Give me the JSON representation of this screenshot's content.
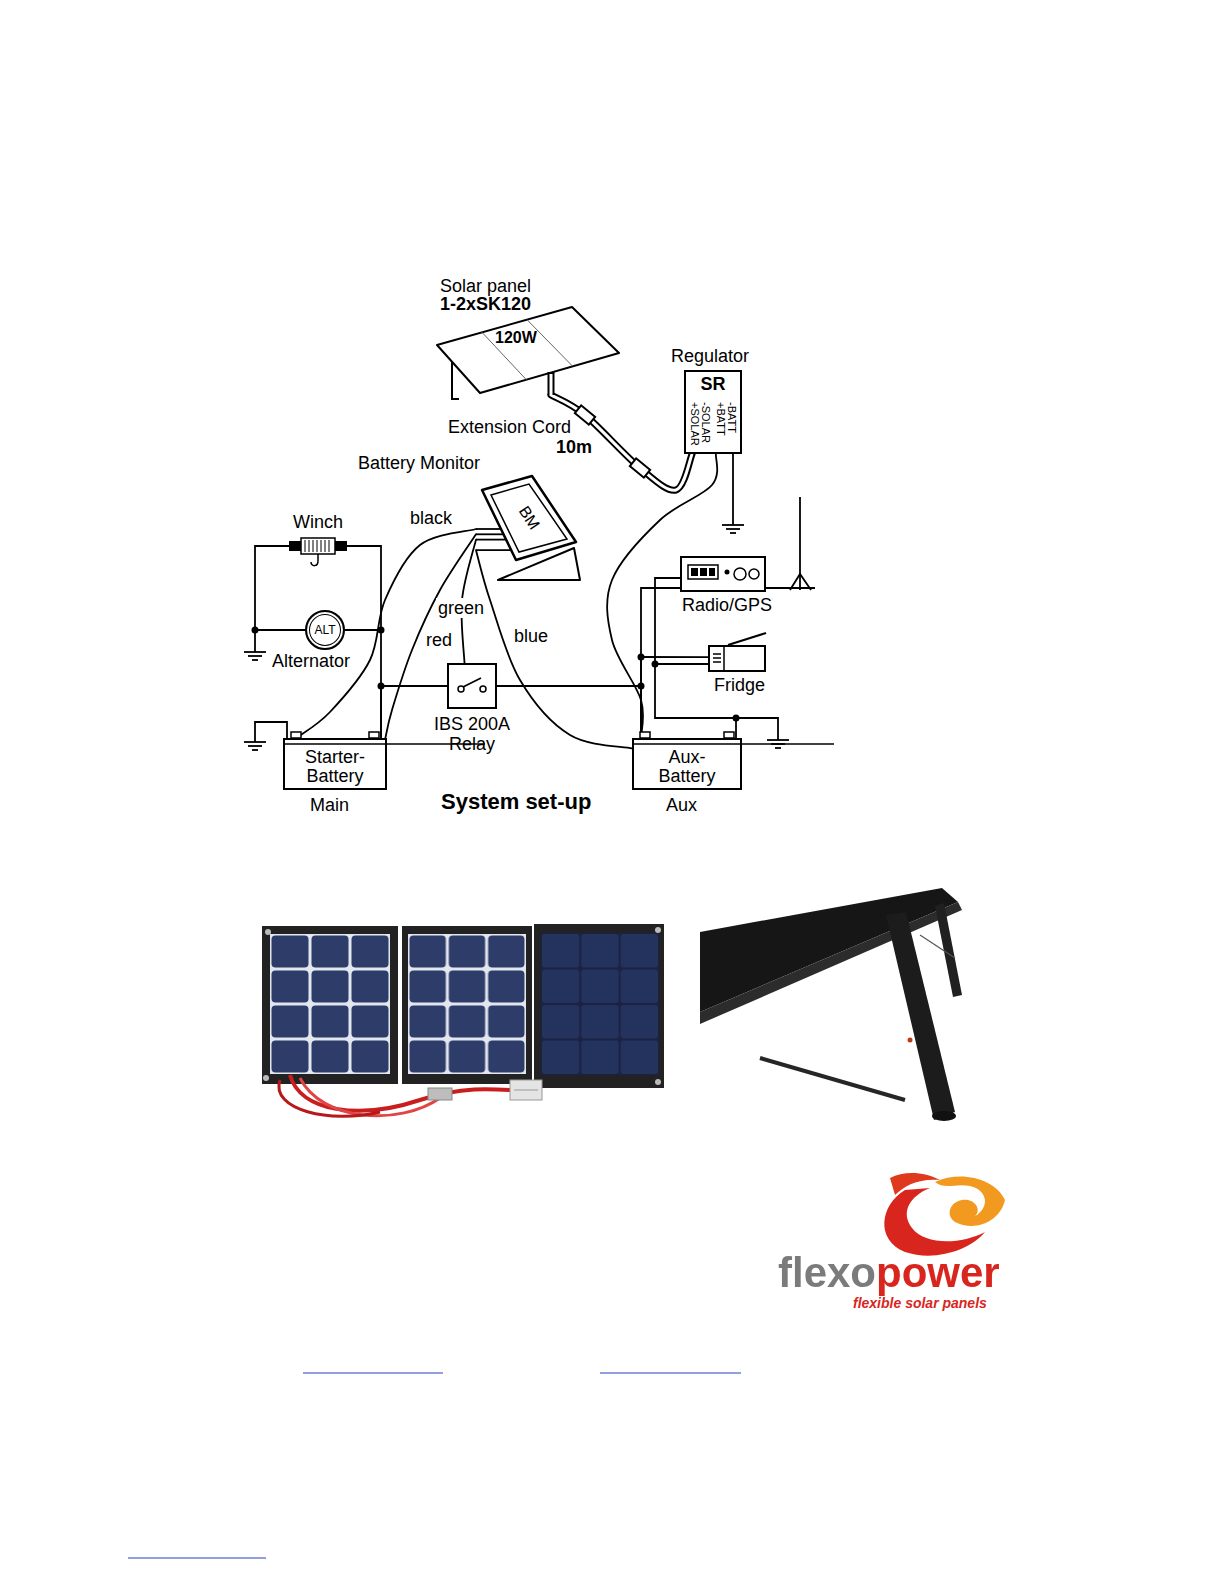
{
  "diagram": {
    "caption": "System set-up",
    "nodes": [
      {
        "text": [
          "Solar panel",
          "1-2xSK120",
          "120W"
        ]
      },
      {
        "text": [
          "Regulator",
          "SR",
          "+SOLAR",
          "-SOLAR",
          "+BATT",
          "-BATT"
        ]
      },
      {
        "text": [
          "Battery Monitor",
          "BM"
        ]
      },
      {
        "text": [
          "Winch"
        ]
      },
      {
        "text": [
          "ALT",
          "Alternator"
        ]
      },
      {
        "text": [
          "Radio/GPS"
        ]
      },
      {
        "text": [
          "Fridge"
        ]
      },
      {
        "text": [
          "IBS 200A Relay"
        ]
      },
      {
        "text": [
          "Starter-Battery",
          "Main"
        ]
      },
      {
        "text": [
          "Aux-Battery",
          "Aux"
        ]
      }
    ],
    "edges": [
      {
        "from": 0,
        "to": 1,
        "arrow": "none"
      },
      {
        "from": 1,
        "to": 9,
        "arrow": "none"
      },
      {
        "from": 2,
        "to": 8,
        "label": "black",
        "arrow": "none"
      },
      {
        "from": 2,
        "to": 8,
        "label": "red",
        "arrow": "none"
      },
      {
        "from": 2,
        "to": 7,
        "label": "green",
        "arrow": "none"
      },
      {
        "from": 2,
        "to": 9,
        "label": "blue",
        "arrow": "none"
      },
      {
        "from": 3,
        "to": 4,
        "arrow": "none"
      },
      {
        "from": 4,
        "to": 8,
        "arrow": "none"
      },
      {
        "from": 8,
        "to": 7,
        "arrow": "none"
      },
      {
        "from": 7,
        "to": 9,
        "arrow": "none"
      },
      {
        "from": 5,
        "to": 9,
        "arrow": "none"
      },
      {
        "from": 6,
        "to": 9,
        "arrow": "none"
      }
    ],
    "labels": [
      "Extension Cord",
      "10m",
      "flexopower",
      "flexible solar panels"
    ]
  }
}
